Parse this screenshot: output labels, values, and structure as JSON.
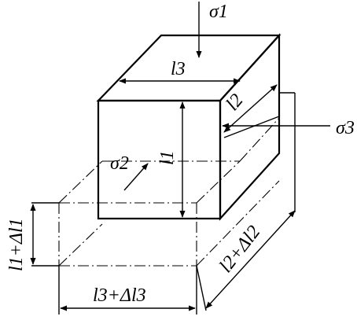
{
  "labels": {
    "sigma1": "σ1",
    "sigma2": "σ2",
    "sigma3": "σ3",
    "l1": "l1",
    "l2": "l2",
    "l3": "l3",
    "l1_plus_dl1": "l1+Δl1",
    "l2_plus_dl2": "l2+Δl2",
    "l3_plus_dl3": "l3+Δl3"
  }
}
